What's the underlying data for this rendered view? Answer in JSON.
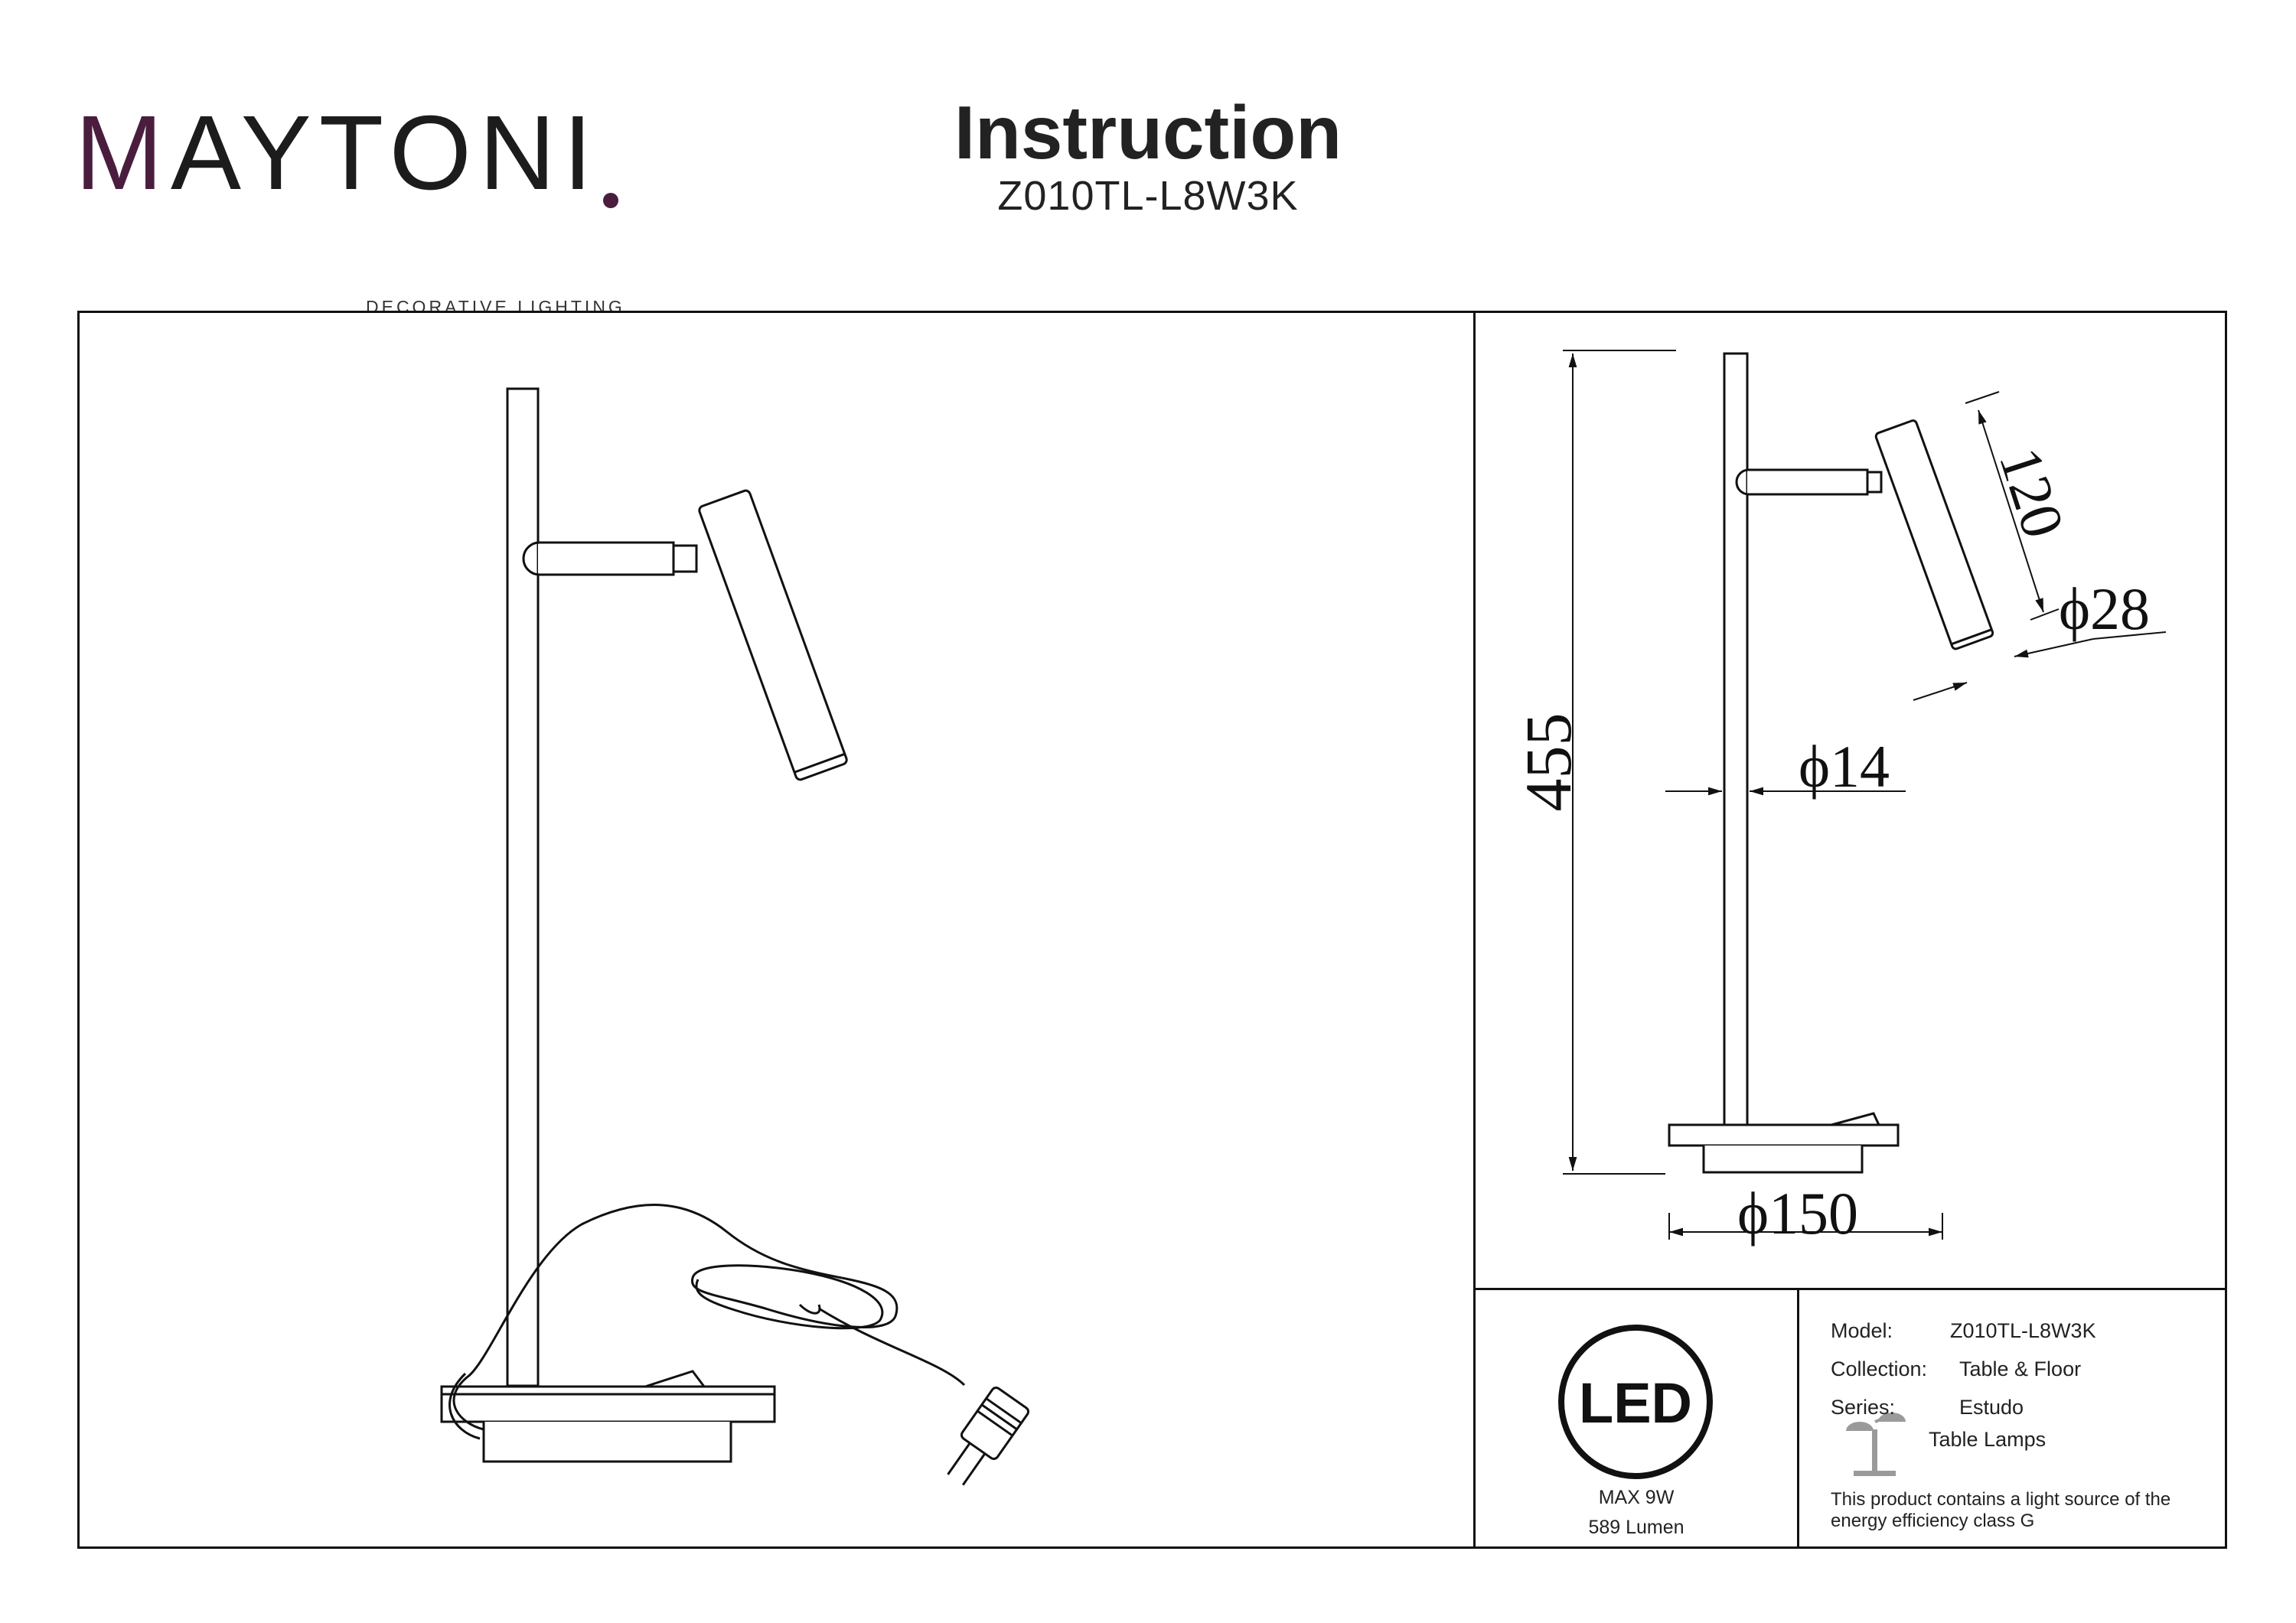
{
  "brand": {
    "name": "MAYTONI",
    "tagline": "DECORATIVE LIGHTING"
  },
  "header": {
    "title": "Instruction",
    "model": "Z010TL-L8W3K"
  },
  "dimensions": {
    "height": "455",
    "head_length": "120",
    "head_diameter": "ϕ28",
    "stem_diameter": "ϕ14",
    "base_diameter": "ϕ150"
  },
  "led_panel": {
    "badge": "LED",
    "power": "MAX 9W",
    "lumen": "589 Lumen"
  },
  "spec": {
    "model_label": "Model:",
    "model_value": "Z010TL-L8W3K",
    "collection_label": "Collection:",
    "collection_value": "Table & Floor",
    "series_label": "Series:",
    "series_value": "Estudo",
    "type_value": "Table Lamps",
    "energy_note": "This product contains a light source of the energy efficiency class G"
  },
  "colors": {
    "brand_accent": "#4a1d3e",
    "line": "#111111"
  }
}
